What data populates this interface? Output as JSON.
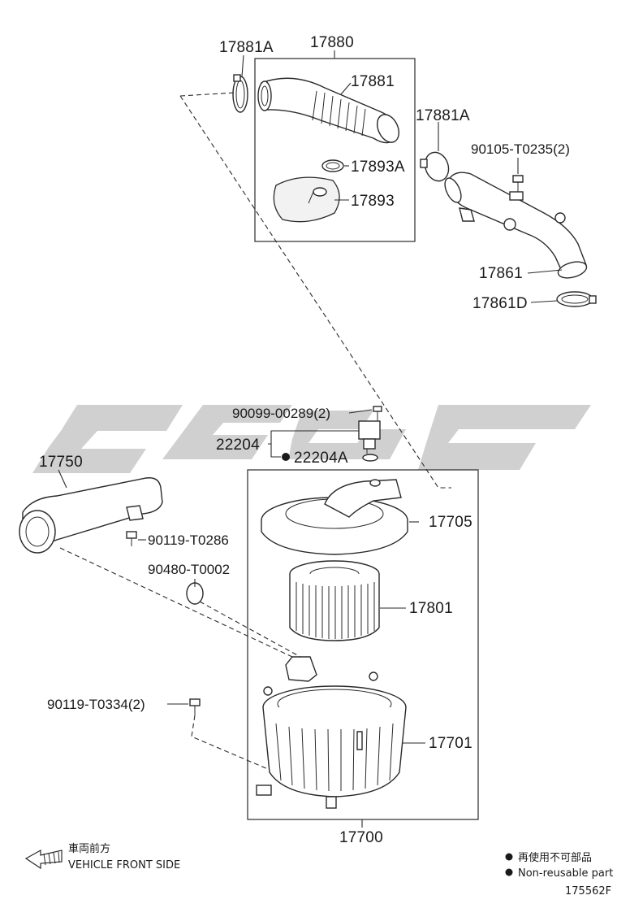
{
  "labels": {
    "p17881a_top": "17881A",
    "p17880": "17880",
    "p17881": "17881",
    "p17893a": "17893A",
    "p17893": "17893",
    "p17881a_right": "17881A",
    "p90105": "90105-T0235(2)",
    "p17861": "17861",
    "p17861d": "17861D",
    "p90099": "90099-00289(2)",
    "p22204": "22204",
    "p22204a": "22204A",
    "p17750": "17750",
    "p17705": "17705",
    "p90119_t0286": "90119-T0286",
    "p90480": "90480-T0002",
    "p17801": "17801",
    "p90119_t0334": "90119-T0334(2)",
    "p17701": "17701",
    "p17700": "17700"
  },
  "legend": {
    "front_jp": "車両前方",
    "front_en": "VEHICLE FRONT SIDE",
    "nonreusable_jp": "再使用不可部品",
    "nonreusable_en": "Non-reusable part",
    "diagram_id": "175562F"
  },
  "colors": {
    "line": "#2a2a2a",
    "watermark": "#c8c8c8",
    "background": "#ffffff"
  }
}
